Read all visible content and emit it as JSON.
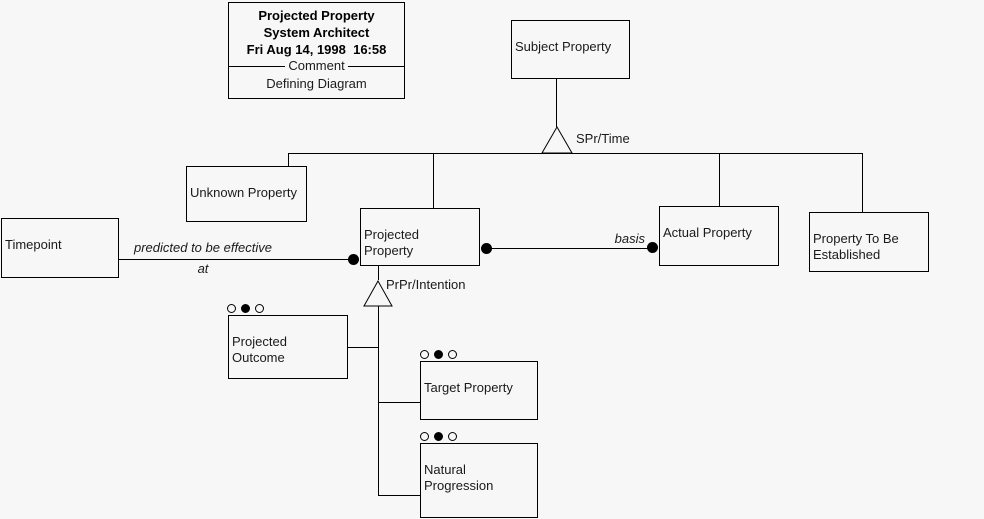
{
  "title_box": {
    "diagram_name": "Projected Property",
    "tool_name": "System Architect",
    "timestamp": "Fri Aug 14, 1998  16:58",
    "divider_label": "Comment",
    "description": "Defining Diagram"
  },
  "nodes": {
    "subject_property": {
      "label": "Subject Property"
    },
    "unknown_property": {
      "label": "Unknown Property"
    },
    "projected_property": {
      "label": "Projected\nProperty"
    },
    "actual_property": {
      "label": "Actual Property"
    },
    "property_to_be_established": {
      "label": "Property To Be\nEstablished"
    },
    "timepoint": {
      "label": "Timepoint"
    },
    "projected_outcome": {
      "label": "Projected\nOutcome"
    },
    "target_property": {
      "label": "Target Property"
    },
    "natural_progression": {
      "label": "Natural\nProgression"
    }
  },
  "relationships": {
    "spr_time": {
      "label": "SPr/Time"
    },
    "prpr_intention": {
      "label": "PrPr/Intention"
    },
    "predicted_to_be_effective": {
      "label": "predicted to be effective",
      "label_line2": "at"
    },
    "basis": {
      "label": "basis"
    }
  },
  "stereotype_icons": {
    "pattern": [
      "open-circle-icon",
      "filled-circle-icon",
      "open-circle-icon"
    ]
  },
  "colors": {
    "background": "#f7f7f7",
    "line": "#000000",
    "text": "#1a1a1a",
    "bold_text": "#000000"
  }
}
